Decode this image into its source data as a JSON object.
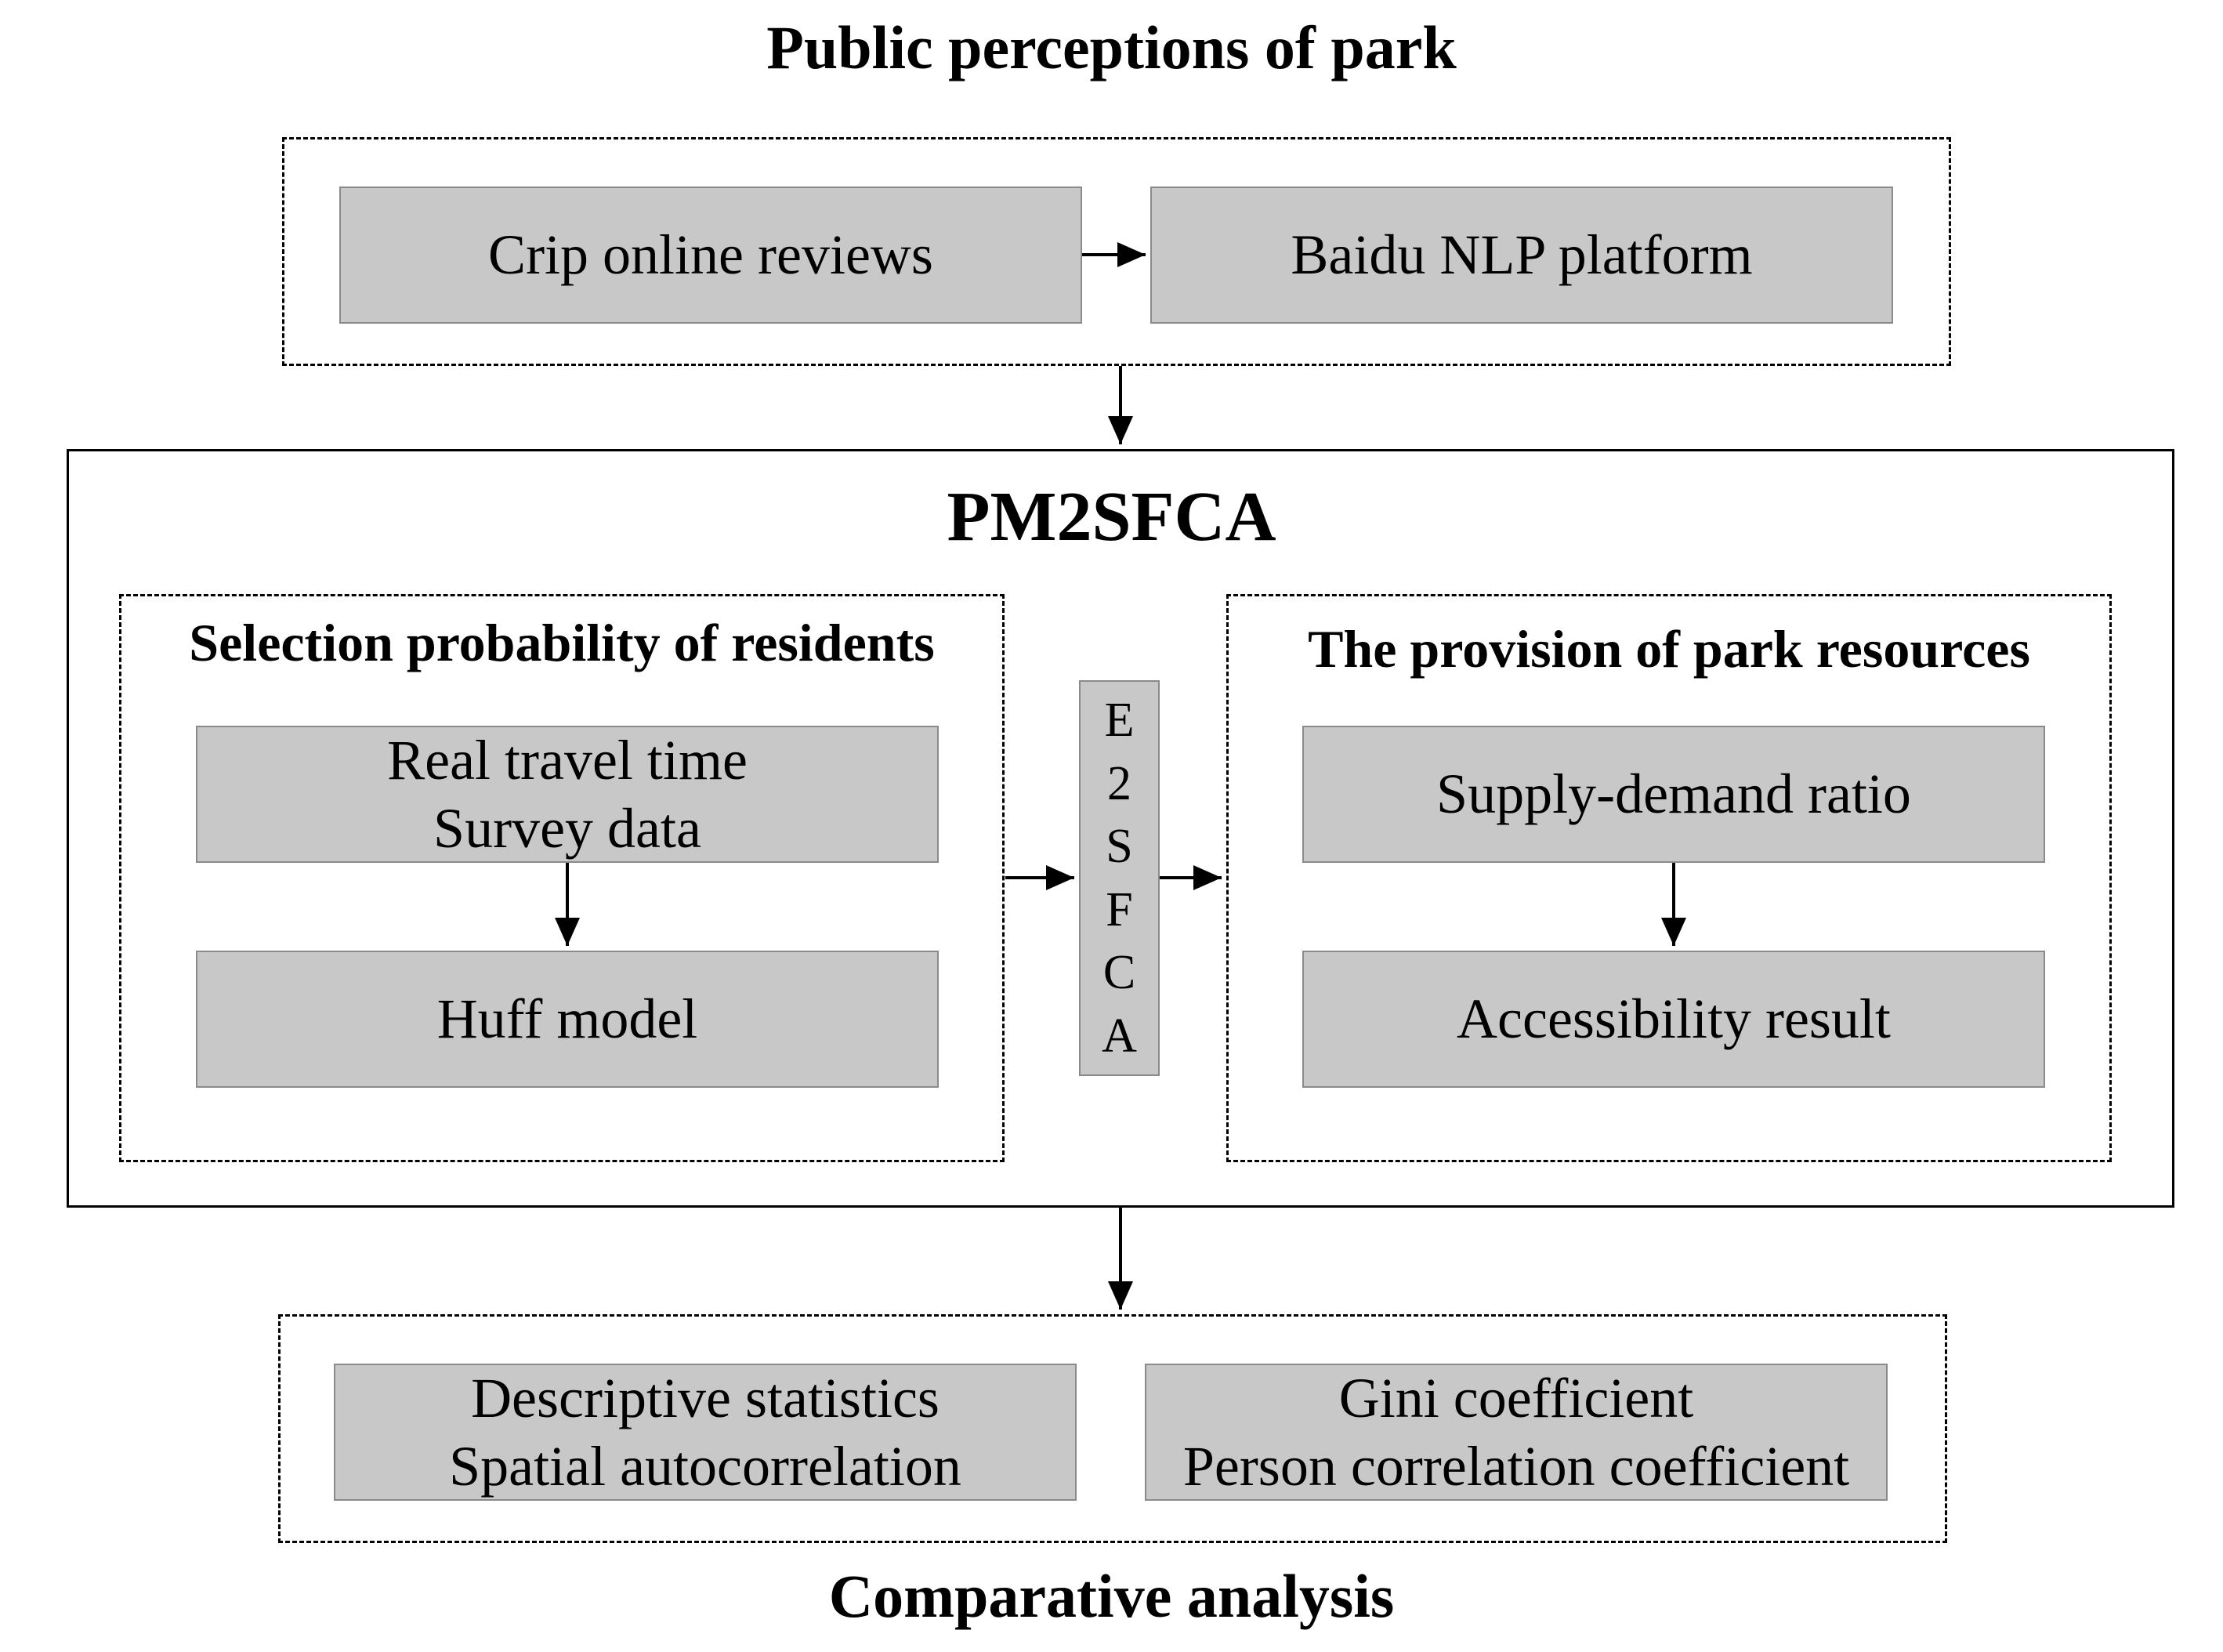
{
  "top": {
    "title": "Public perceptions of park",
    "box1": "Crip online reviews",
    "box2": "Baidu NLP platform"
  },
  "main": {
    "title": "PM2SFCA",
    "left": {
      "title": "Selection probability of residents",
      "box1_line1": "Real travel time",
      "box1_line2": "Survey data",
      "box2": "Huff model"
    },
    "middle": {
      "letters": [
        "E",
        "2",
        "S",
        "F",
        "C",
        "A"
      ]
    },
    "right": {
      "title": "The provision of park resources",
      "box1": "Supply-demand ratio",
      "box2": "Accessibility result"
    }
  },
  "bottom": {
    "title": "Comparative analysis",
    "box1_line1": "Descriptive statistics",
    "box1_line2": "Spatial autocorrelation",
    "box2_line1": "Gini coefficient",
    "box2_line2": "Person correlation coefficient"
  },
  "colors": {
    "box_fill": "#c8c8c8",
    "box_border": "#8a8a8a",
    "line": "#000000"
  }
}
